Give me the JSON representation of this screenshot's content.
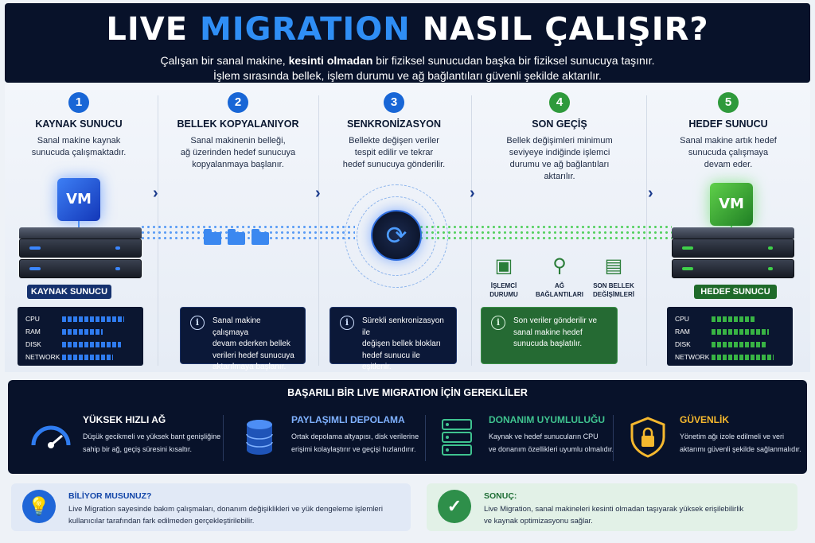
{
  "header": {
    "title_part1": "LIVE ",
    "title_accent": "MIGRATION",
    "title_part2": " NASIL ÇALIŞIR?",
    "subtitle_line1_a": "Çalışan bir sanal makine, ",
    "subtitle_line1_bold": "kesinti olmadan",
    "subtitle_line1_b": " bir fiziksel sunucudan başka bir fiziksel sunucuya taşınır.",
    "subtitle_line2": "İşlem sırasında bellek, işlem durumu ve ağ bağlantıları güvenli şekilde aktarılır."
  },
  "steps": [
    {
      "number": "1",
      "title": "KAYNAK SUNUCU",
      "desc_lines": [
        "Sanal makine kaynak",
        "sunucuda çalışmaktadır."
      ]
    },
    {
      "number": "2",
      "title": "BELLEK KOPYALANIYOR",
      "desc_lines": [
        "Sanal makinenin belleği,",
        "ağ üzerinden hedef sunucuya",
        "kopyalanmaya başlanır."
      ]
    },
    {
      "number": "3",
      "title": "SENKRONİZASYON",
      "desc_lines": [
        "Bellekte değişen veriler",
        "tespit edilir ve tekrar",
        "hedef sunucuya gönderilir."
      ]
    },
    {
      "number": "4",
      "title": "SON GEÇİŞ",
      "desc_lines": [
        "Bellek değişimleri minimum",
        "seviyeye indiğinde işlemci",
        "durumu ve ağ bağlantıları",
        "aktarılır."
      ]
    },
    {
      "number": "5",
      "title": "HEDEF SUNUCU",
      "desc_lines": [
        "Sanal makine artık hedef",
        "sunucuda çalışmaya",
        "devam eder."
      ]
    }
  ],
  "source_server": {
    "vm_label": "VM",
    "label": "KAYNAK SUNUCU"
  },
  "target_server": {
    "vm_label": "VM",
    "label": "HEDEF SUNUCU"
  },
  "stats_labels": [
    "CPU",
    "RAM",
    "DISK",
    "NETWORK"
  ],
  "source_stats": [
    0.85,
    0.55,
    0.8,
    0.7
  ],
  "target_stats": [
    0.6,
    0.78,
    0.75,
    0.85
  ],
  "final_items": [
    {
      "icon": "cpu-icon",
      "label_lines": [
        "İŞLEMCİ",
        "DURUMU"
      ]
    },
    {
      "icon": "network-icon",
      "label_lines": [
        "AĞ",
        "BAĞLANTILARI"
      ]
    },
    {
      "icon": "document-icon",
      "label_lines": [
        "SON BELLEK",
        "DEĞİŞİMLERİ"
      ]
    }
  ],
  "info_boxes": [
    {
      "lines": [
        "Sanal makine çalışmaya",
        "devam ederken bellek",
        "verileri hedef sunucuya",
        "aktarılmaya başlanır."
      ]
    },
    {
      "lines": [
        "Sürekli senkronizasyon ile",
        "değişen bellek blokları",
        "hedef sunucu ile eşitlenir."
      ]
    },
    {
      "lines": [
        "Son veriler gönderilir ve",
        "sanal makine hedef",
        "sunucuda başlatılır."
      ]
    }
  ],
  "requirements": {
    "title": "BAŞARILI BİR LIVE MIGRATION İÇİN GEREKLİLER",
    "items": [
      {
        "name": "YÜKSEK HIZLI AĞ",
        "color": "#ffffff",
        "desc_lines": [
          "Düşük gecikmeli ve yüksek bant genişliğine",
          "sahip bir ağ, geçiş süresini kısaltır."
        ]
      },
      {
        "name": "PAYLAŞIMLI DEPOLAMA",
        "color": "#7fb1ff",
        "desc_lines": [
          "Ortak depolama altyapısı, disk verilerine",
          "erişimi kolaylaştırır ve geçişi hızlandırır."
        ]
      },
      {
        "name": "DONANIM UYUMLULUĞU",
        "color": "#3fc38f",
        "desc_lines": [
          "Kaynak ve hedef sunucuların CPU",
          "ve donanım özellikleri uyumlu olmalıdır."
        ]
      },
      {
        "name": "GÜVENLİK",
        "color": "#f5b82e",
        "desc_lines": [
          "Yönetim ağı izole edilmeli ve veri",
          "aktarımı güvenli şekilde sağlanmalıdır."
        ]
      }
    ]
  },
  "did_you_know": {
    "title": "BİLİYOR MUSUNUZ?",
    "lines": [
      "Live Migration sayesinde bakım çalışmaları, donanım değişiklikleri ve yük dengeleme işlemleri",
      "kullanıcılar tarafından fark edilmeden gerçekleştirilebilir."
    ]
  },
  "conclusion": {
    "title": "SONUÇ:",
    "lines": [
      "Live Migration, sanal makineleri kesinti olmadan taşıyarak yüksek erişilebilirlik",
      "ve kaynak optimizasyonu sağlar."
    ]
  },
  "colors": {
    "blue_accent": "#2f8ef5",
    "green_accent": "#2f9a3c",
    "navy": "#08122a"
  }
}
